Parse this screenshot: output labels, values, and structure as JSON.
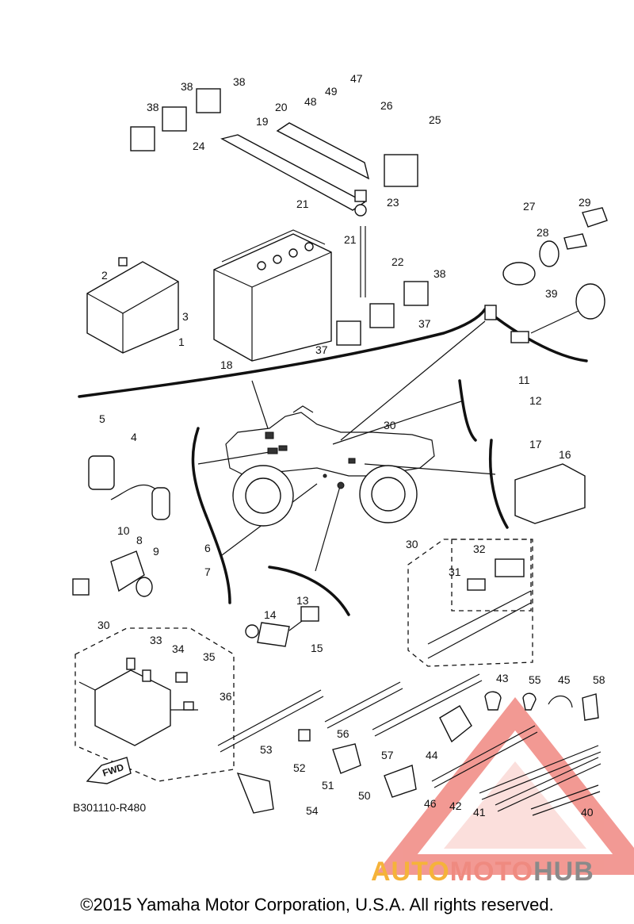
{
  "callouts": [
    {
      "num": "1"
    },
    {
      "num": "2"
    },
    {
      "num": "3"
    },
    {
      "num": "4"
    },
    {
      "num": "5"
    },
    {
      "num": "6"
    },
    {
      "num": "7"
    },
    {
      "num": "8"
    },
    {
      "num": "9"
    },
    {
      "num": "10"
    },
    {
      "num": "11"
    },
    {
      "num": "12"
    },
    {
      "num": "13"
    },
    {
      "num": "14"
    },
    {
      "num": "15"
    },
    {
      "num": "16"
    },
    {
      "num": "17"
    },
    {
      "num": "18"
    },
    {
      "num": "19"
    },
    {
      "num": "20"
    },
    {
      "num": "21"
    },
    {
      "num": "21"
    },
    {
      "num": "22"
    },
    {
      "num": "23"
    },
    {
      "num": "24"
    },
    {
      "num": "25"
    },
    {
      "num": "26"
    },
    {
      "num": "27"
    },
    {
      "num": "28"
    },
    {
      "num": "29"
    },
    {
      "num": "30"
    },
    {
      "num": "30"
    },
    {
      "num": "30"
    },
    {
      "num": "31"
    },
    {
      "num": "32"
    },
    {
      "num": "33"
    },
    {
      "num": "34"
    },
    {
      "num": "35"
    },
    {
      "num": "36"
    },
    {
      "num": "37"
    },
    {
      "num": "37"
    },
    {
      "num": "38"
    },
    {
      "num": "38"
    },
    {
      "num": "38"
    },
    {
      "num": "38"
    },
    {
      "num": "39"
    },
    {
      "num": "40"
    },
    {
      "num": "41"
    },
    {
      "num": "42"
    },
    {
      "num": "43"
    },
    {
      "num": "44"
    },
    {
      "num": "45"
    },
    {
      "num": "46"
    },
    {
      "num": "47"
    },
    {
      "num": "48"
    },
    {
      "num": "49"
    },
    {
      "num": "50"
    },
    {
      "num": "51"
    },
    {
      "num": "52"
    },
    {
      "num": "53"
    },
    {
      "num": "54"
    },
    {
      "num": "55"
    },
    {
      "num": "56"
    },
    {
      "num": "57"
    },
    {
      "num": "58"
    }
  ],
  "fwd_label": "FWD",
  "diagram_code": "B301110-R480",
  "watermark": {
    "part1": "AUTO",
    "part2": "MOTO",
    "part3": "HUB",
    "colors": {
      "auto": "#f5b33a",
      "moto": "#ef8a80",
      "hub": "#8a8a8a",
      "triangle": "#e8463c"
    }
  },
  "copyright": "©2015 Yamaha Motor Corporation, U.S.A. All rights reserved."
}
